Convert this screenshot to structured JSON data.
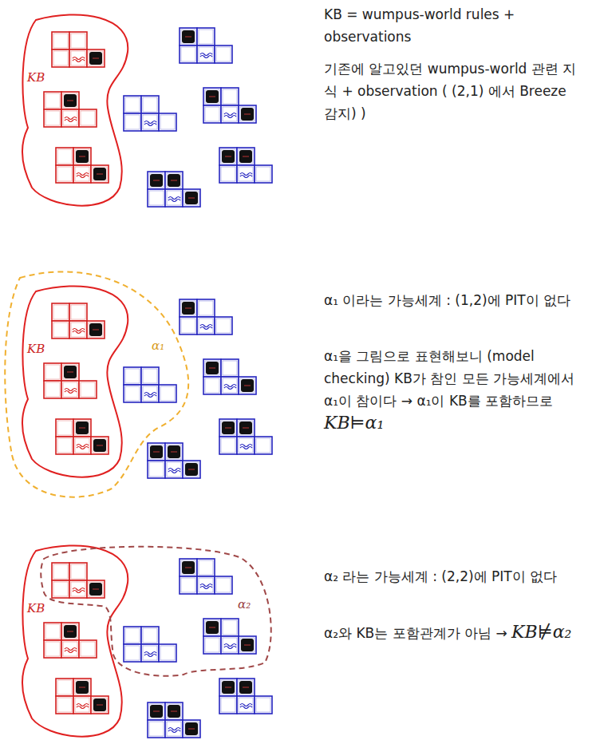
{
  "diagram": {
    "labels": [
      "KB = wumpus-world rules + observations",
      "기존에 알고있던 wumpus-world 관련 지식 + observation ( (2,1) 에서 Breeze 감지) )",
      "KB",
      "KB",
      "α₁",
      "α₁ 이라는 가능세계 : (1,2)에 PIT이 없다",
      "α₁을 그림으로 표현해보니 (model checking) KB가 참인 모든 가능세계에서 α₁이 참이다 → α₁이 KB를 포함하므로",
      "KB⊨α₁",
      "KB",
      "α₂",
      "α₂ 라는 가능세계 : (2,2)에 PIT이 없다",
      "α₂와 KB는 포함관계가 아님 →",
      "KB⊭α₂"
    ]
  }
}
